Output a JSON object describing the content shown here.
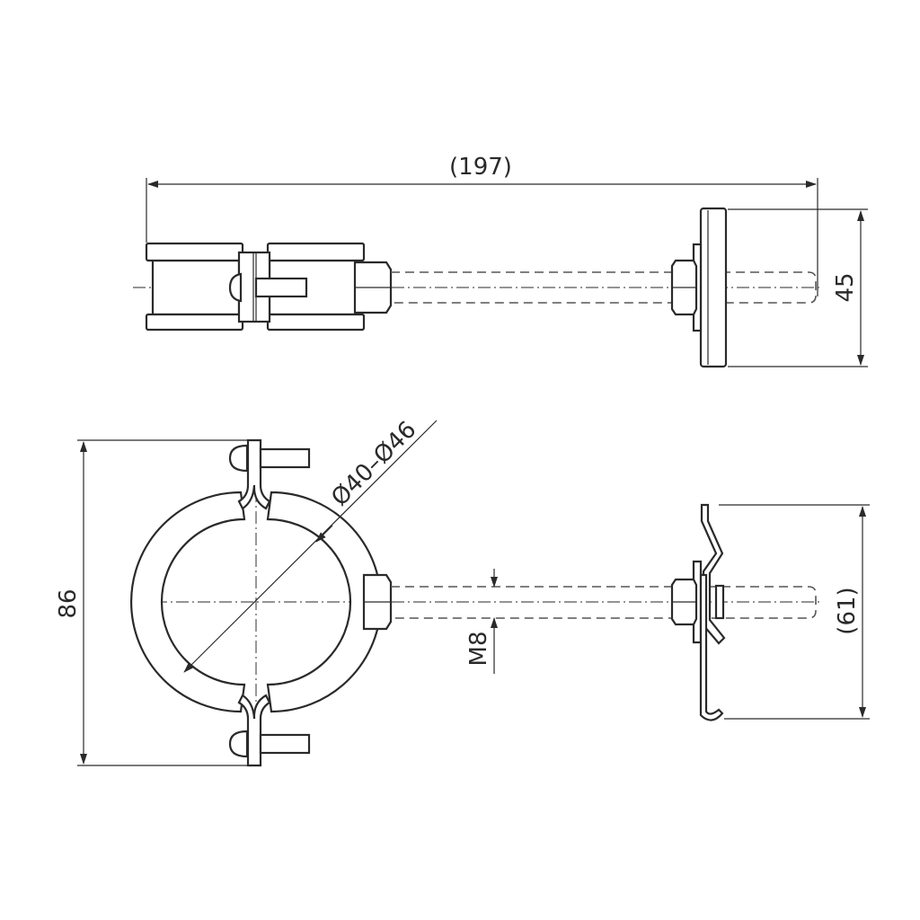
{
  "drawing": {
    "dimensions": {
      "overall_length": "(197)",
      "plate_height": "45",
      "clamp_diameter": "Ø40–Ø46",
      "clamp_height": "86",
      "thread": "M8",
      "bracket_height": "(61)"
    }
  }
}
